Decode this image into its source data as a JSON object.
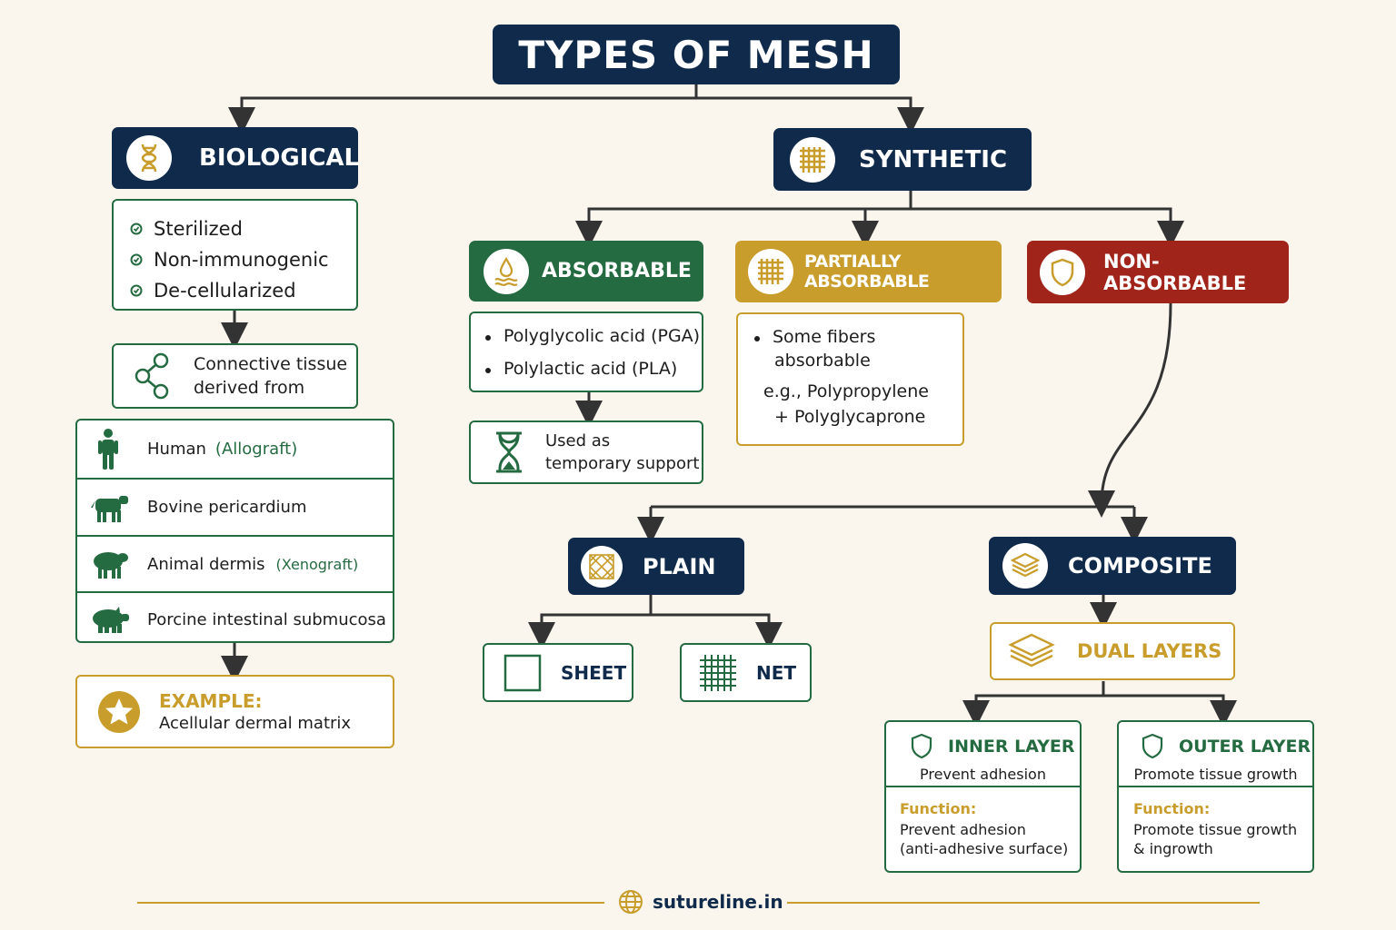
{
  "title": "TYPES OF MESH",
  "biological": {
    "label": "BIOLOGICAL",
    "properties": [
      "Sterilized",
      "Non-immunogenic",
      "De-cellularized"
    ],
    "source_line1": "Connective tissue",
    "source_line2": "derived from",
    "sources": [
      {
        "name": "Human",
        "tag": "(Allograft)",
        "icon": "human-icon"
      },
      {
        "name": "Bovine pericardium",
        "tag": "",
        "icon": "cow-icon"
      },
      {
        "name": "Animal dermis",
        "tag": "(Xenograft)",
        "icon": "sheep-icon"
      },
      {
        "name": "Porcine intestinal submucosa",
        "tag": "",
        "icon": "pig-icon"
      }
    ],
    "example_label": "EXAMPLE:",
    "example_value": "Acellular dermal matrix"
  },
  "synthetic": {
    "label": "SYNTHETIC",
    "absorbable": {
      "label": "ABSORBABLE",
      "items": [
        "Polyglycolic acid (PGA)",
        "Polylactic acid (PLA)"
      ],
      "use_line1": "Used as",
      "use_line2": "temporary support"
    },
    "partially_absorbable": {
      "label": "PARTIALLY ABSORBABLE",
      "item_line1": "Some fibers",
      "item_line2": "absorbable",
      "example_line1": "e.g., Polypropylene",
      "example_line2": "+ Polyglycaprone"
    },
    "non_absorbable": {
      "label": "NON-ABSORBABLE"
    }
  },
  "plain": {
    "label": "PLAIN",
    "sheet": "SHEET",
    "net": "NET"
  },
  "composite": {
    "label": "COMPOSITE",
    "dual_layers": "DUAL LAYERS",
    "inner": {
      "title": "INNER LAYER",
      "subtitle": "Prevent adhesion",
      "function_label": "Function:",
      "function_line1": "Prevent adhesion",
      "function_line2": "(anti-adhesive surface)"
    },
    "outer": {
      "title": "OUTER LAYER",
      "subtitle": "Promote tissue growth",
      "function_label": "Function:",
      "function_line1": "Promote tissue growth",
      "function_line2": "& ingrowth"
    }
  },
  "footer": {
    "site": "sutureline.in"
  },
  "colors": {
    "navy": "#0f2a4a",
    "green": "#256b41",
    "gold": "#c89d2c",
    "red": "#a1241b",
    "background": "#faf6ee"
  }
}
